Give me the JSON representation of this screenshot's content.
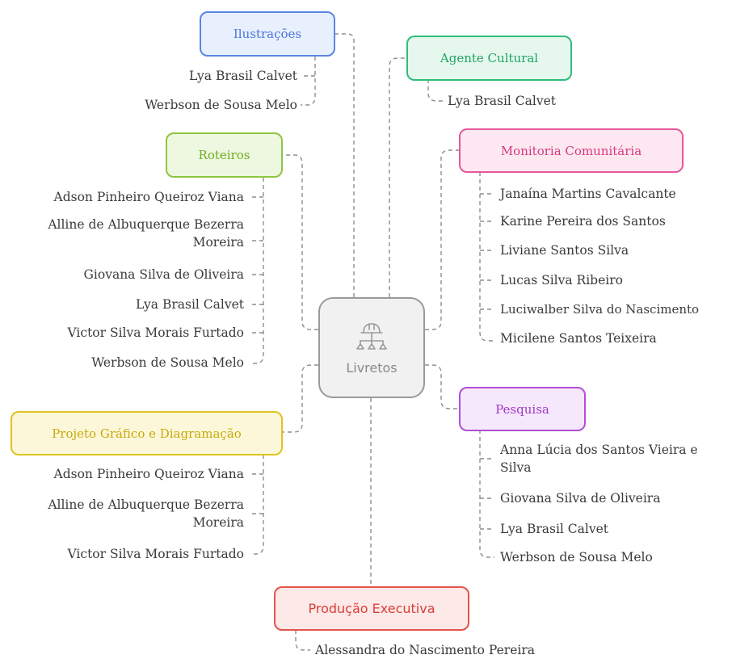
{
  "center": {
    "label": "Livretos",
    "icon": "hard-hat-hierarchy-icon"
  },
  "categories": {
    "ilustracoes": {
      "title": "Ilustrações",
      "color": "#5b86e5",
      "fill": "#e8f0fe",
      "members": [
        "Lya Brasil Calvet",
        "Werbson de Sousa Melo"
      ]
    },
    "agente": {
      "title": "Agente Cultural",
      "color": "#2ebd7b",
      "fill": "#e6f7ee",
      "members": [
        "Lya Brasil Calvet"
      ]
    },
    "roteiros": {
      "title": "Roteiros",
      "color": "#8dc63f",
      "fill": "#eef7df",
      "members": [
        "Adson Pinheiro Queiroz Viana",
        "Alline de Albuquerque Bezerra Moreira",
        "Giovana Silva de Oliveira",
        "Lya Brasil Calvet",
        "Victor Silva Morais Furtado",
        "Werbson de Sousa Melo"
      ]
    },
    "monitoria": {
      "title": "Monitoria Comunitária",
      "color": "#e6579a",
      "fill": "#fde8f1",
      "members": [
        "Janaína Martins Cavalcante",
        "Karine Pereira dos Santos",
        "Liviane Santos Silva",
        "Lucas Silva Ribeiro",
        "Luciwalber Silva do Nascimento",
        "Micilene Santos Teixeira"
      ]
    },
    "projeto": {
      "title": "Projeto Gráfico e Diagramação",
      "color": "#e0c320",
      "fill": "#fcf7d9",
      "members": [
        "Adson Pinheiro Queiroz Viana",
        "Alline de Albuquerque Bezerra Moreira",
        "Victor Silva Morais Furtado"
      ]
    },
    "pesquisa": {
      "title": "Pesquisa",
      "color": "#b24fd6",
      "fill": "#f6e8fc",
      "members": [
        "Anna Lúcia dos Santos Vieira e Silva",
        "Giovana Silva de Oliveira",
        "Lya Brasil Calvet",
        "Werbson de Sousa Melo"
      ]
    },
    "producao": {
      "title": "Produção Executiva",
      "color": "#e5534b",
      "fill": "#fde9e8",
      "members": [
        "Alessandra do Nascimento Pereira"
      ]
    }
  }
}
